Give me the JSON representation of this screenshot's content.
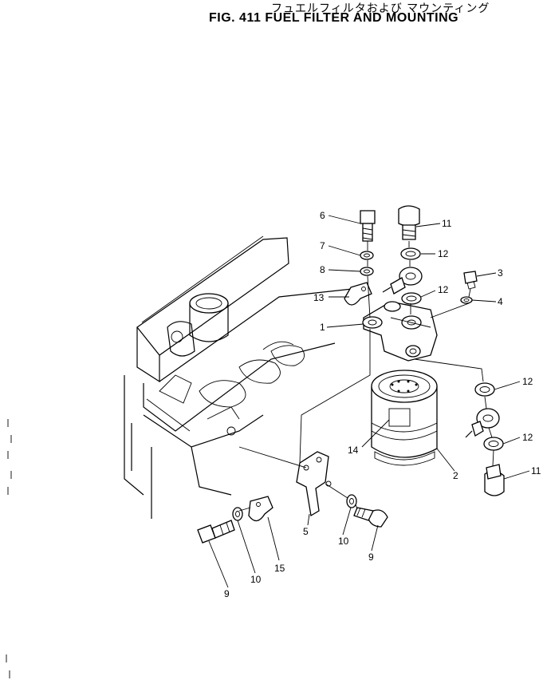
{
  "figure": {
    "title_jp": "フュエルフィルタおよび マウンティング",
    "title_en": "FIG. 411  FUEL FILTER AND MOUNTING"
  },
  "callouts": [
    {
      "id": "c1",
      "label": "1"
    },
    {
      "id": "c2",
      "label": "2"
    },
    {
      "id": "c3",
      "label": "3"
    },
    {
      "id": "c4",
      "label": "4"
    },
    {
      "id": "c5",
      "label": "5"
    },
    {
      "id": "c6",
      "label": "6"
    },
    {
      "id": "c7",
      "label": "7"
    },
    {
      "id": "c8",
      "label": "8"
    },
    {
      "id": "c9a",
      "label": "9"
    },
    {
      "id": "c9b",
      "label": "9"
    },
    {
      "id": "c10a",
      "label": "10"
    },
    {
      "id": "c10b",
      "label": "10"
    },
    {
      "id": "c11a",
      "label": "11"
    },
    {
      "id": "c11b",
      "label": "11"
    },
    {
      "id": "c12a",
      "label": "12"
    },
    {
      "id": "c12b",
      "label": "12"
    },
    {
      "id": "c12c",
      "label": "12"
    },
    {
      "id": "c12d",
      "label": "12"
    },
    {
      "id": "c13",
      "label": "13"
    },
    {
      "id": "c14",
      "label": "14"
    },
    {
      "id": "c15",
      "label": "15"
    }
  ]
}
